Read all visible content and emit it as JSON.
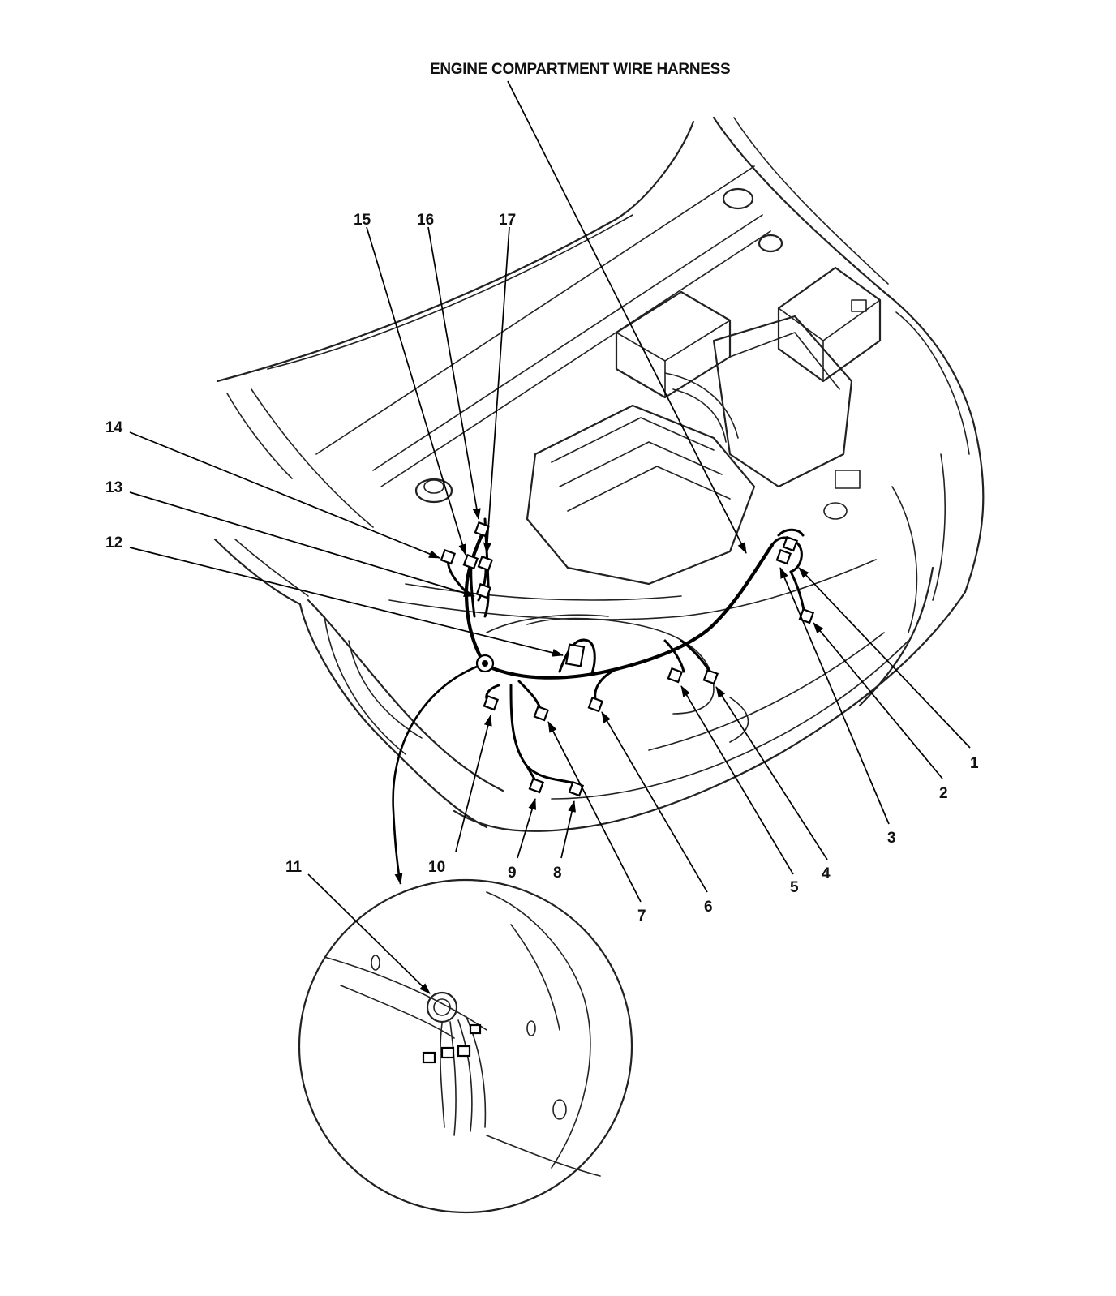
{
  "title": "ENGINE COMPARTMENT WIRE HARNESS",
  "callouts": [
    "1",
    "2",
    "3",
    "4",
    "5",
    "6",
    "7",
    "8",
    "9",
    "10",
    "11",
    "12",
    "13",
    "14",
    "15",
    "16",
    "17"
  ],
  "colors": {
    "line": "#000000",
    "background": "#ffffff"
  }
}
